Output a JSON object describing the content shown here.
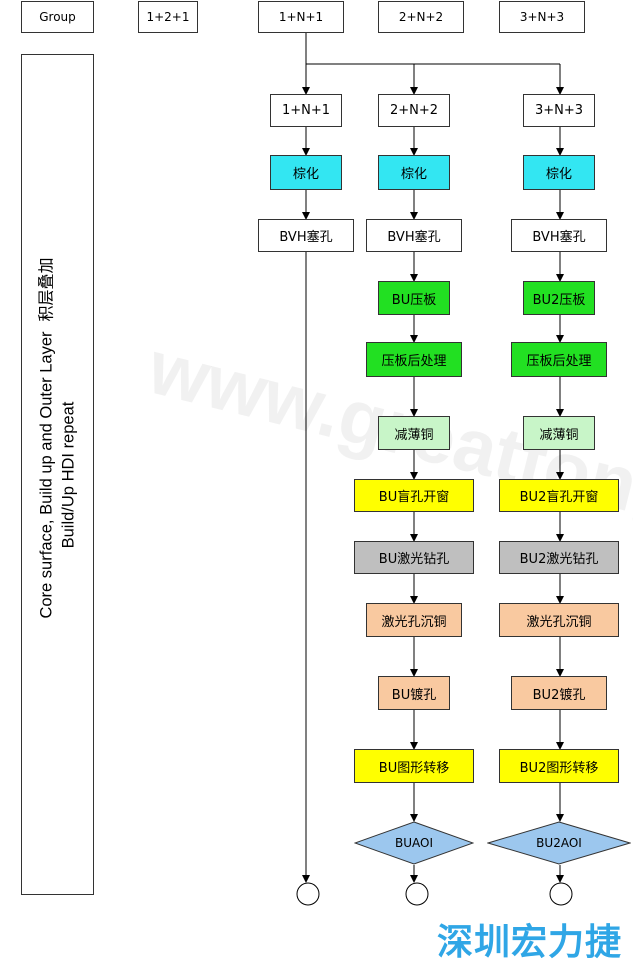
{
  "header": {
    "group": "Group",
    "col1": "1+2+1",
    "col2": "1+N+1",
    "col3": "2+N+2",
    "col4": "3+N+3"
  },
  "sidebar": {
    "line1": "Core surface, Build up and Outer Layer",
    "line2": "Build/Up HDI repeat",
    "cn": "积层叠加"
  },
  "flow": {
    "a": {
      "start": "1+N+1",
      "brown": "棕化",
      "bvh": "BVH塞孔"
    },
    "b": {
      "start": "2+N+2",
      "brown": "棕化",
      "bvh": "BVH塞孔",
      "press": "BU压板",
      "post": "压板后处理",
      "thin": "减薄铜",
      "window": "BU盲孔开窗",
      "laser": "BU激光钻孔",
      "pth": "激光孔沉铜",
      "plating": "BU镀孔",
      "pattern": "BU图形转移",
      "aoi": "BUAOI"
    },
    "c": {
      "start": "3+N+3",
      "brown": "棕化",
      "bvh": "BVH塞孔",
      "press": "BU2压板",
      "post": "压板后处理",
      "thin": "减薄铜",
      "window": "BU2盲孔开窗",
      "laser": "BU2激光钻孔",
      "pth": "激光孔沉铜",
      "plating": "BU2镀孔",
      "pattern": "BU2图形转移",
      "aoi": "BU2AOI"
    }
  },
  "watermark": "www.greattong.com",
  "brand": "深圳宏力捷",
  "colors": {
    "cyan": "#33e6f2",
    "green": "#22e022",
    "mint": "#c8f5c8",
    "yellow": "#ffff00",
    "gray": "#bfbfbf",
    "peach": "#f9c9a0",
    "diamond": "#9cc7ee",
    "brand": "#2fa6e6"
  }
}
